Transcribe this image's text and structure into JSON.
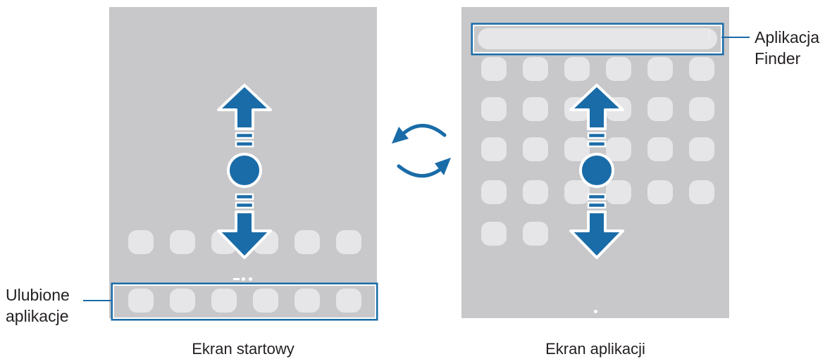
{
  "labels": {
    "favorite_apps_line1": "Ulubione",
    "favorite_apps_line2": "aplikacje",
    "finder_line1": "Aplikacja",
    "finder_line2": "Finder",
    "home_screen_caption": "Ekran startowy",
    "apps_screen_caption": "Ekran aplikacji"
  },
  "colors": {
    "screen_bg": "#c8c8ca",
    "tile": "#e6e6e8",
    "accent_blue": "#1a6ca8",
    "callout_line": "#1a6ca8",
    "label_text": "#231f20"
  },
  "icons": [
    "swipe-arrow-icon",
    "swipe-dot-icon",
    "switch-screens-icon",
    "kebab-menu-icon"
  ]
}
